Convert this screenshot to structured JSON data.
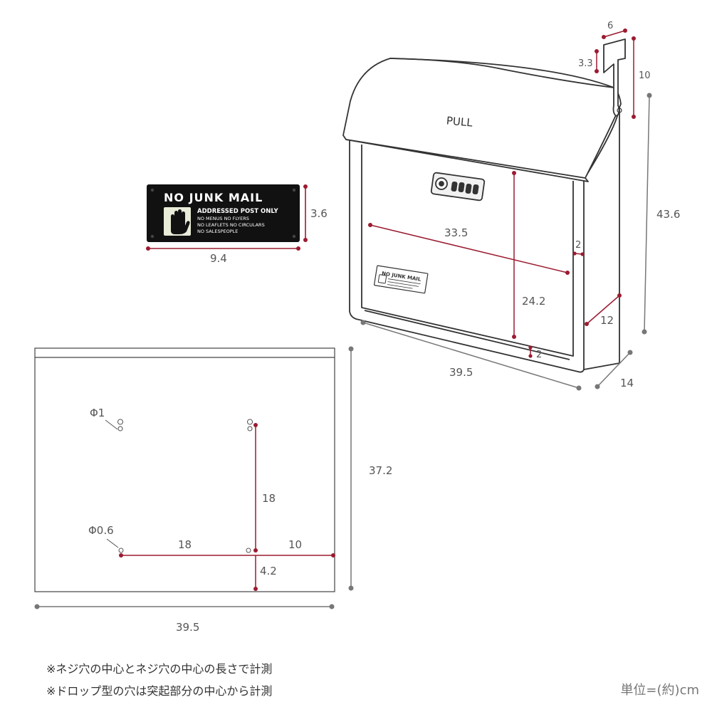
{
  "colors": {
    "dimension_line": "#9b1b30",
    "gray_dot": "#777777",
    "outline": "#333333",
    "plate_bg": "#111111",
    "plate_hand": "#e8ecd8"
  },
  "plate": {
    "title": "NO JUNK MAIL",
    "subtitle": "ADDRESSED POST ONLY",
    "line1": "NO MENUS   NO FLYERS",
    "line2": "NO LEAFLETS   NO CIRCULARS",
    "line3": "NO SALESPEOPLE",
    "width_label": "9.4",
    "height_label": "3.6",
    "icon": "hand-stop-icon"
  },
  "mailbox": {
    "pull_label": "PULL",
    "mini_plate_title": "NO JUNK MAIL",
    "dims": {
      "flag_width": "6",
      "flag_offset": "3.3",
      "flag_height": "10",
      "total_height": "43.6",
      "slot_width": "33.5",
      "right_gap": "2",
      "opening_height": "24.2",
      "side_depth": "12",
      "bottom_gap": "2",
      "width": "39.5",
      "depth": "14"
    }
  },
  "back_panel": {
    "hole_large": "Φ1",
    "hole_small": "Φ0.6",
    "vertical_spacing": "18",
    "horizontal_spacing": "18",
    "right_offset": "10",
    "bottom_offset": "4.2",
    "height": "37.2",
    "width": "39.5"
  },
  "notes": {
    "note1": "※ネジ穴の中心とネジ穴の中心の長さで計測",
    "note2": "※ドロップ型の穴は突起部分の中心から計測"
  },
  "unit": "単位=(約)cm"
}
